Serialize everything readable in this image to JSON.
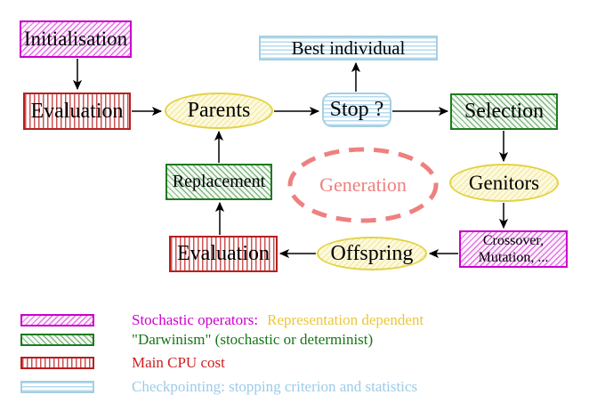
{
  "nodes": {
    "initialisation": "Initialisation",
    "evaluation_top": "Evaluation",
    "parents": "Parents",
    "stop": "Stop ?",
    "best_individual": "Best individual",
    "selection": "Selection",
    "genitors": "Genitors",
    "crossover_line1": "Crossover,",
    "crossover_line2": "Mutation, ...",
    "offspring": "Offspring",
    "evaluation_bottom": "Evaluation",
    "replacement": "Replacement",
    "generation": "Generation"
  },
  "legend": {
    "items": [
      {
        "swatch": "magenta-hatch",
        "text": "Stochastic operators:",
        "text2": "Representation dependent"
      },
      {
        "swatch": "green-hatch",
        "text": "\"Darwinism\" (stochastic or determinist)"
      },
      {
        "swatch": "red-stripes",
        "text": "Main CPU cost"
      },
      {
        "swatch": "cyan-stripes",
        "text": "Checkpointing: stopping criterion and statistics"
      }
    ]
  },
  "colors": {
    "magenta": "#cc00cc",
    "dark_green": "#1e7a1e",
    "red": "#c02424",
    "cyan": "#a6cfe2",
    "yellow": "#e4d244",
    "gold_text": "#eac73c",
    "coral": "#ef8080",
    "arrow_black": "#000000"
  }
}
